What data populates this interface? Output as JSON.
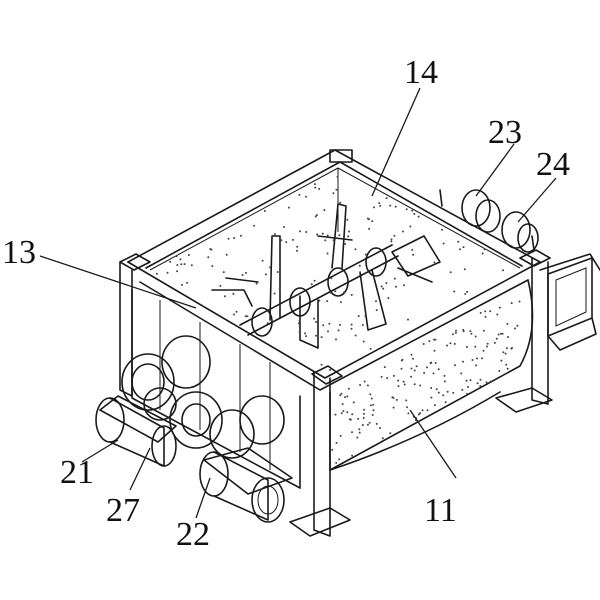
{
  "figure": {
    "labels": {
      "l11": "11",
      "l13": "13",
      "l14": "14",
      "l21": "21",
      "l22": "22",
      "l23": "23",
      "l24": "24",
      "l27": "27"
    }
  }
}
